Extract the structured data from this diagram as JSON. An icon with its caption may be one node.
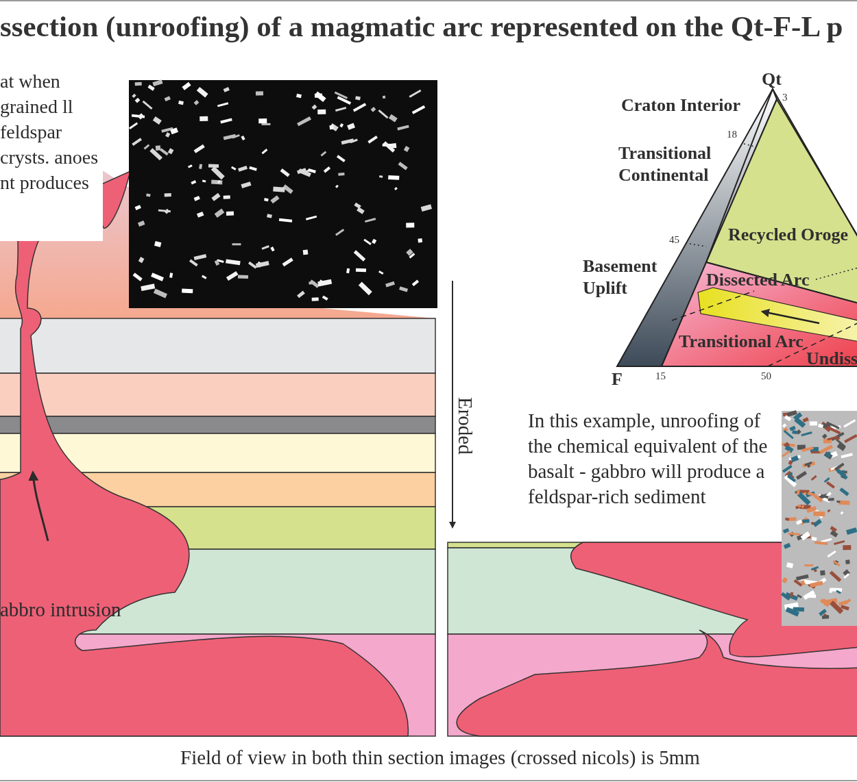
{
  "diagram": {
    "title": "ssection (unroofing) of a magmatic arc represented on the Qt-F-L p",
    "caption": "Field of view in both thin section images (crossed nicols) is 5mm",
    "nodes": [
      {
        "text": [
          "at when grained ll feldspar crysts. anoes nt produces"
        ]
      }
    ],
    "labels": [
      "Qt",
      "3",
      "Craton Interior",
      "18",
      "Transitional Continental",
      "45",
      "Recycled Oroge",
      "Basement Uplift",
      "Dissected Arc",
      "Transitional Arc",
      "Undiss",
      "F",
      "15",
      "50",
      "Eroded",
      "In this example, unroofing of the chemical equivalent of the basalt - gabbro will produce a feldspar-rich sediment",
      "abbro intrusion"
    ]
  }
}
